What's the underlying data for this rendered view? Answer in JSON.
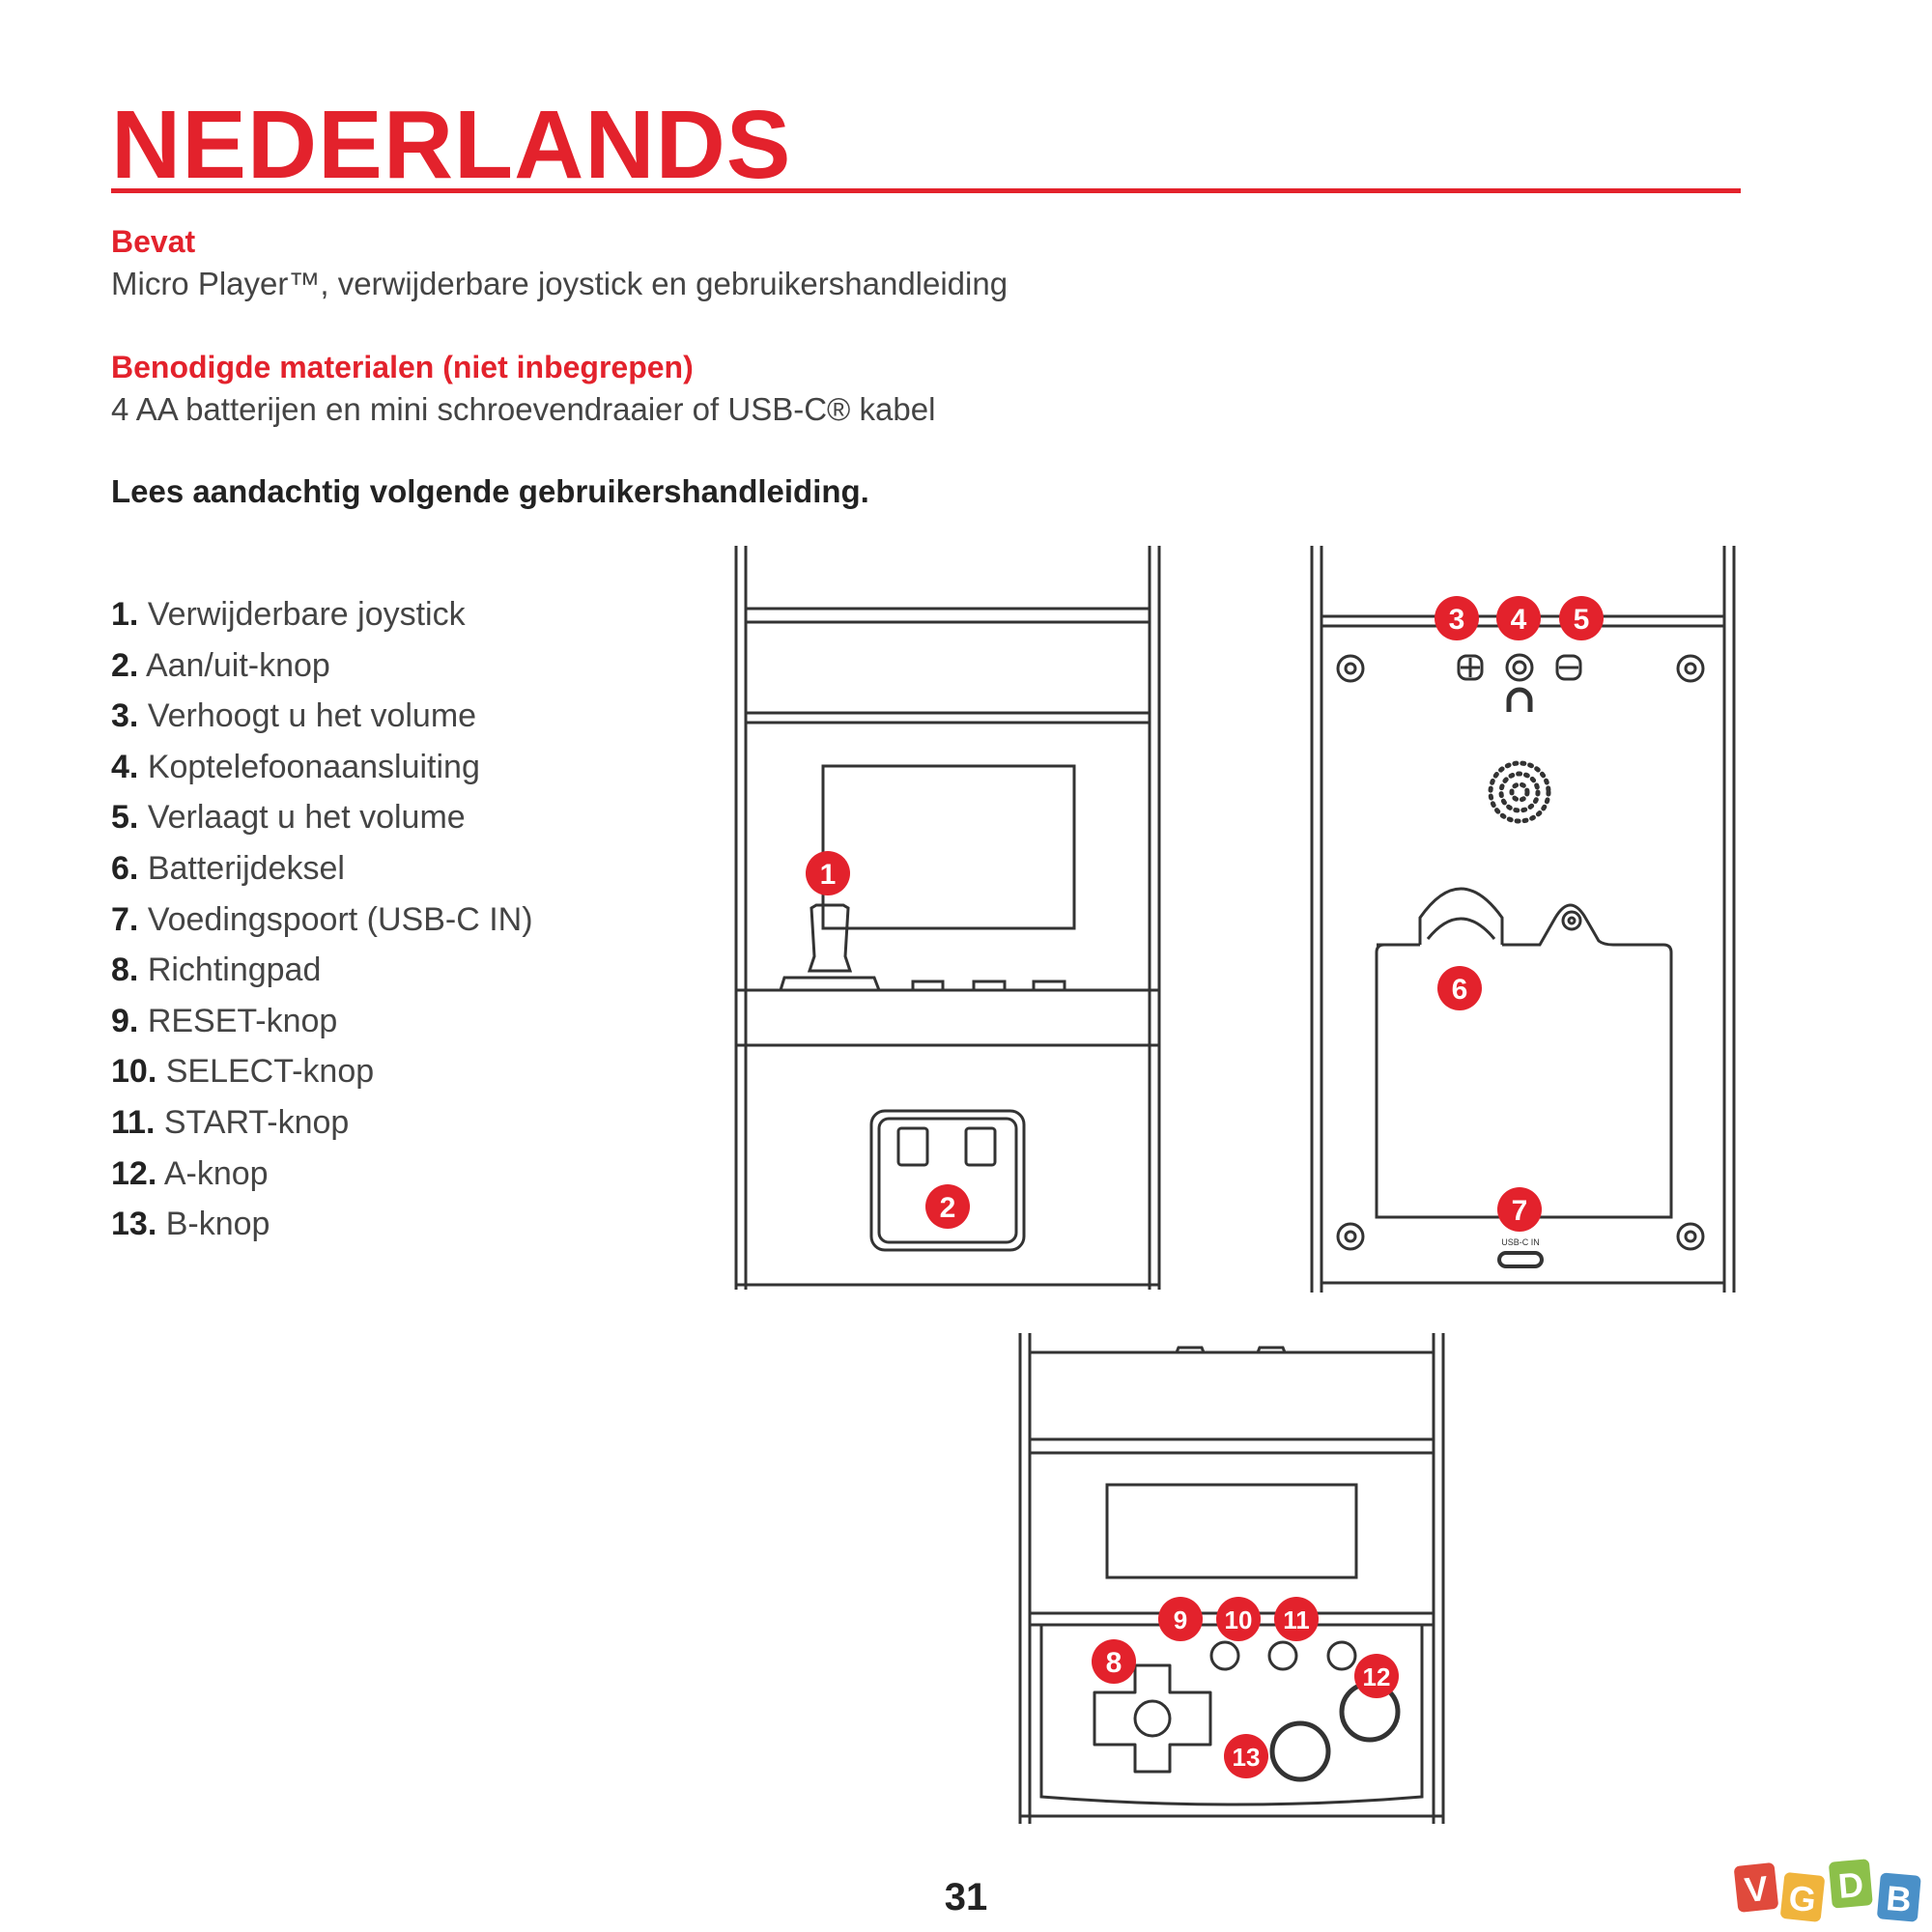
{
  "page": {
    "title": "NEDERLANDS",
    "page_number": "31"
  },
  "sections": {
    "contents_heading": "Bevat",
    "contents_body": "Micro Player™, verwijderbare joystick en gebruikershandleiding",
    "materials_heading": "Benodigde materialen (niet inbegrepen)",
    "materials_body": "4 AA batterijen en mini schroevendraaier of USB-C® kabel",
    "notice": "Lees aandachtig volgende gebruikershandleiding."
  },
  "parts": [
    {
      "num": "1.",
      "label": "Verwijderbare joystick"
    },
    {
      "num": "2.",
      "label": "Aan/uit-knop"
    },
    {
      "num": "3.",
      "label": "Verhoogt u het volume"
    },
    {
      "num": "4.",
      "label": "Koptelefoonaansluiting"
    },
    {
      "num": "5.",
      "label": "Verlaagt u het volume"
    },
    {
      "num": "6.",
      "label": "Batterijdeksel"
    },
    {
      "num": "7.",
      "label": "Voedingspoort (USB-C IN)"
    },
    {
      "num": "8.",
      "label": "Richtingpad"
    },
    {
      "num": "9.",
      "label": "RESET-knop"
    },
    {
      "num": "10.",
      "label": "SELECT-knop"
    },
    {
      "num": "11.",
      "label": "START-knop"
    },
    {
      "num": "12.",
      "label": "A-knop"
    },
    {
      "num": "13.",
      "label": "B-knop"
    }
  ],
  "callouts": {
    "c1": "1",
    "c2": "2",
    "c3": "3",
    "c4": "4",
    "c5": "5",
    "c6": "6",
    "c7": "7",
    "c8": "8",
    "c9": "9",
    "c10": "10",
    "c11": "11",
    "c12": "12",
    "c13": "13"
  },
  "port_label": "USB-C IN",
  "logo_letters": [
    "V",
    "G",
    "D",
    "B"
  ],
  "colors": {
    "accent": "#e3222c",
    "line": "#333333",
    "logo": [
      "#e04a3c",
      "#f0b43c",
      "#8cc04a",
      "#4a90c8"
    ]
  }
}
